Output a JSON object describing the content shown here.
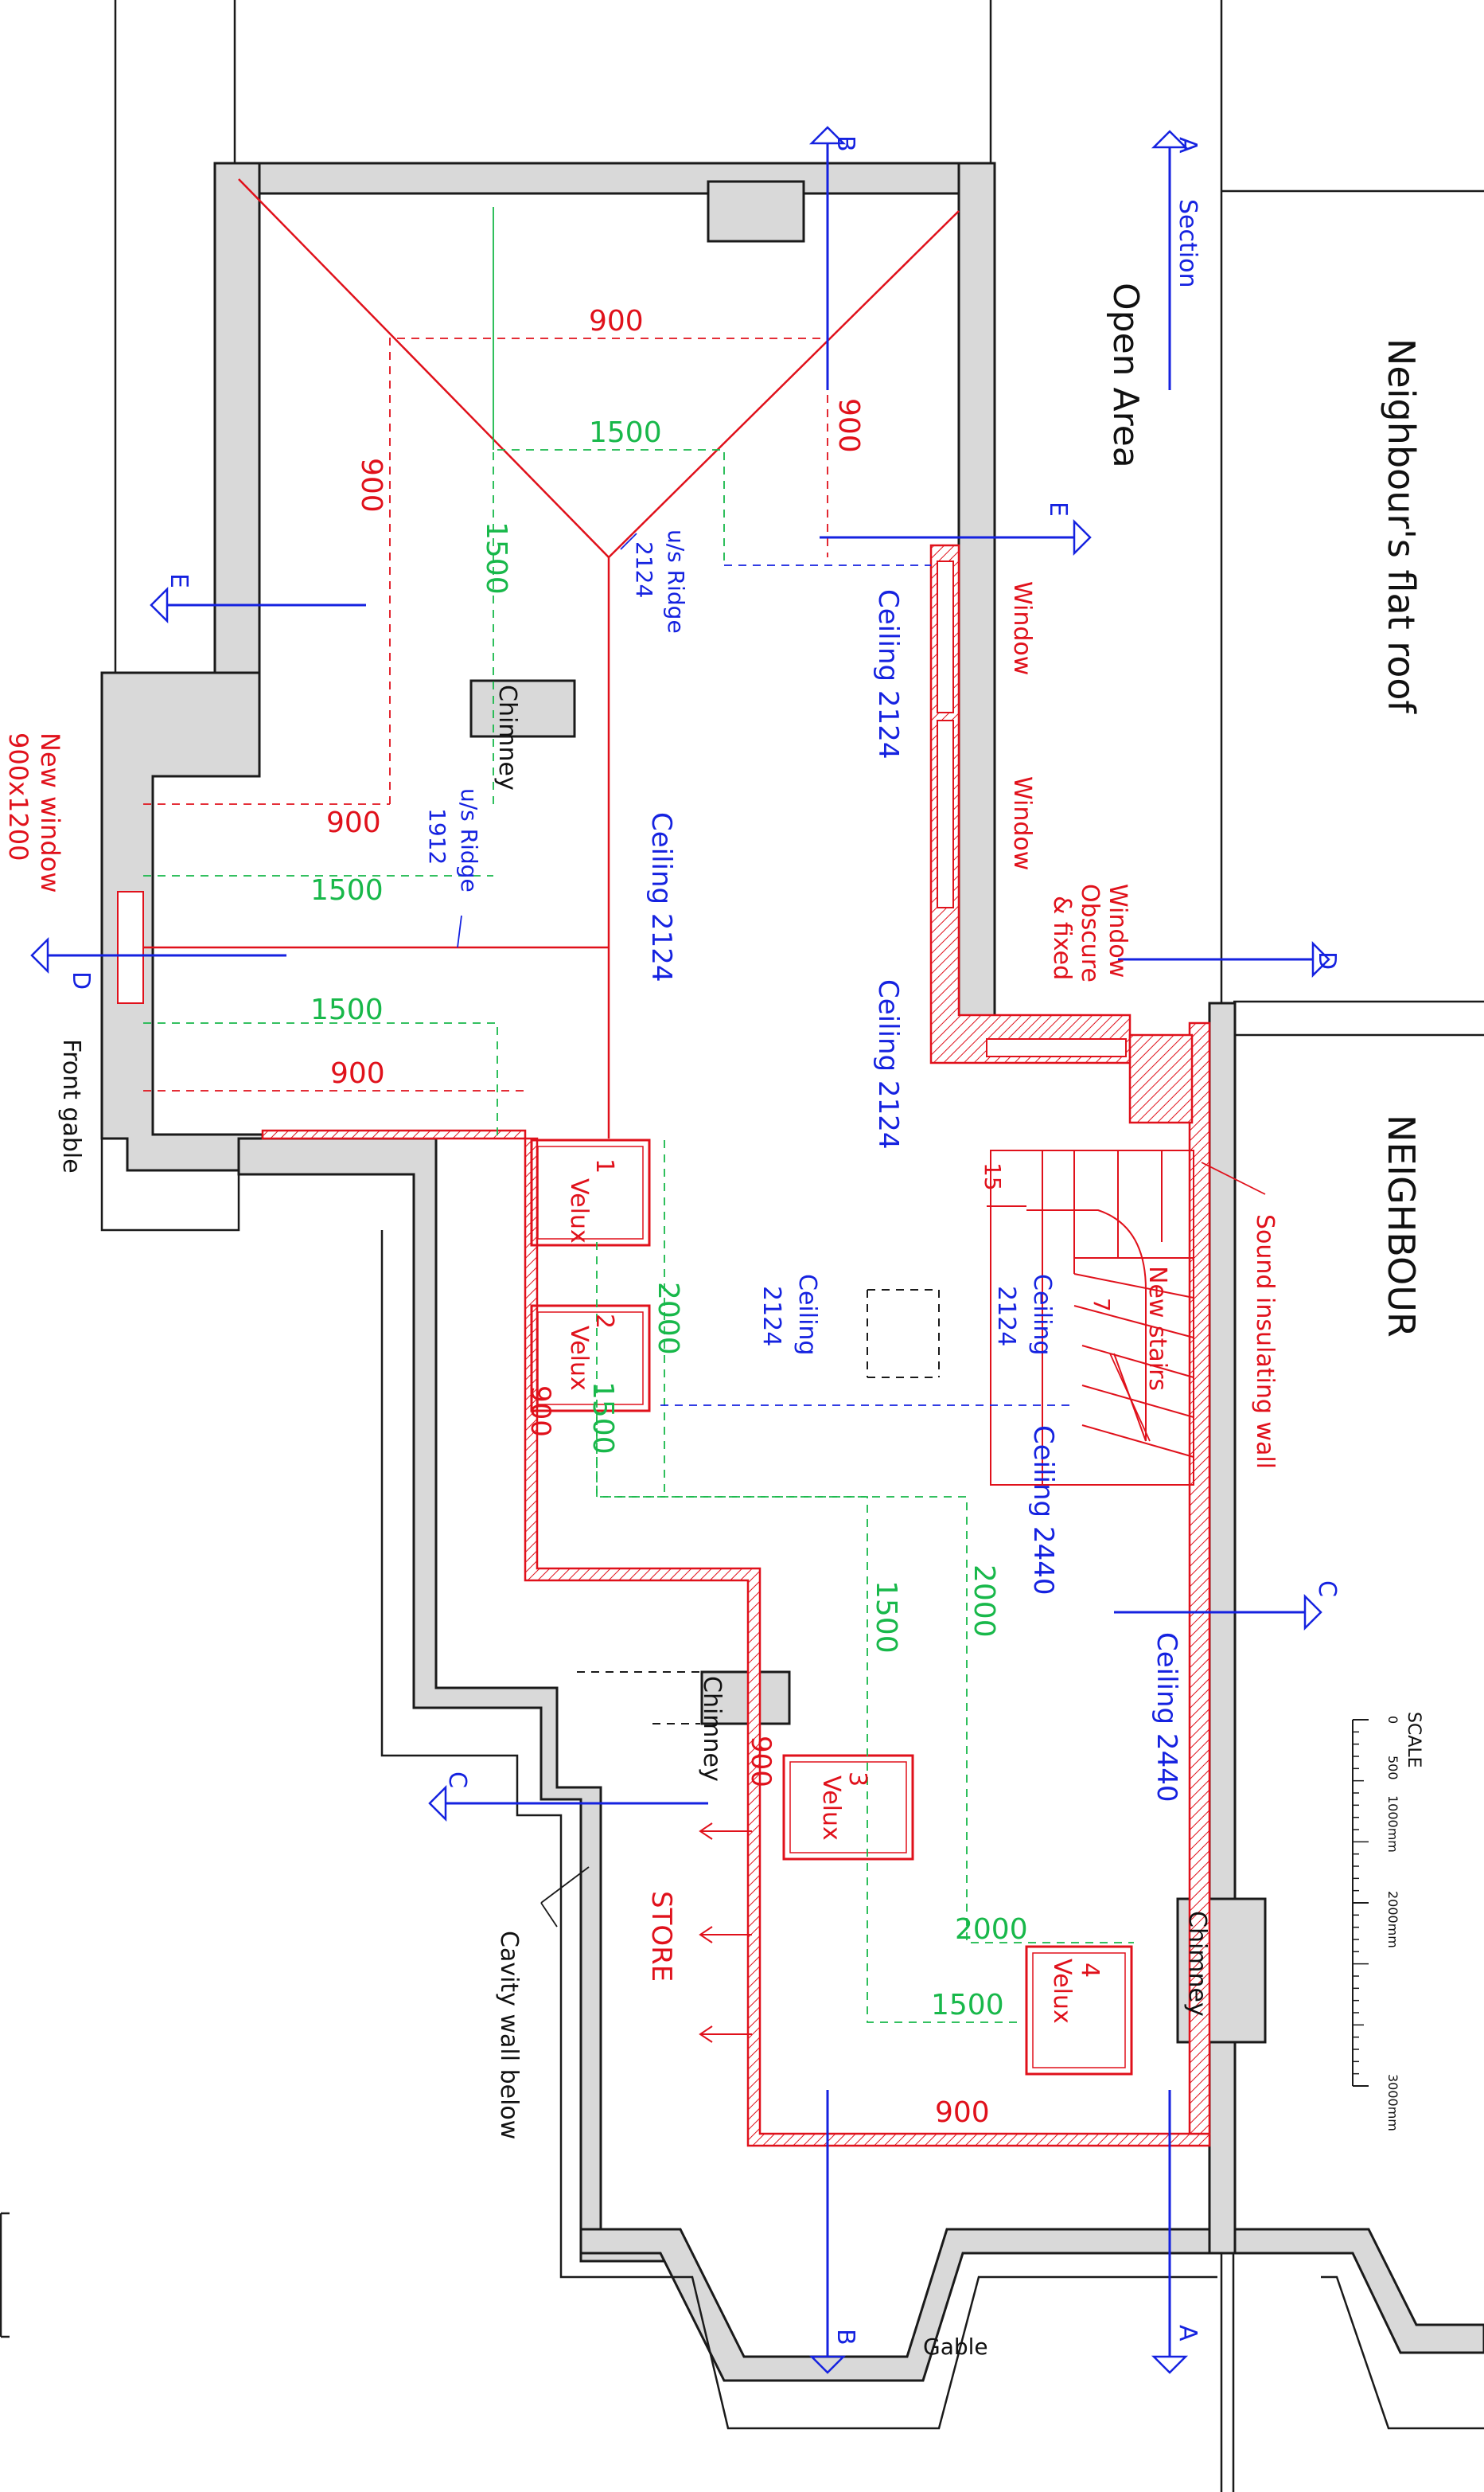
{
  "colors": {
    "wall_grey": "#d9d9d9",
    "outline": "#1a1a1a",
    "new_work_red": "#e0111b",
    "annotation_blue": "#1522e0",
    "dimension_green": "#18b84a"
  },
  "labels": {
    "neighbours_flat_roof": "Neighbour's flat roof",
    "open_area": "Open Area",
    "neighbour": "NEIGHBOUR",
    "front_gable": "Front gable",
    "gable": "Gable",
    "cavity_wall": "Cavity wall below",
    "store": "STORE",
    "sound_wall": "Sound insulating wall",
    "new_stairs": "New stairs",
    "new_window_1": "New window",
    "new_window_2": "900x1200",
    "chimney_1": "Chimney",
    "chimney_2": "Chimney",
    "chimney_3": "Chimney",
    "window_1": "Window",
    "window_2": "Window",
    "window_3_a": "Window",
    "window_3_b": "Obscure",
    "window_3_c": "& fixed",
    "stair_15": "15",
    "stair_7": "7",
    "velux_1_num": "1",
    "velux_2_num": "2",
    "velux_3_num": "3",
    "velux_4_num": "4",
    "velux": "Velux"
  },
  "ceilings": {
    "c1": "Ceiling 2124",
    "c2": "Ceiling 2124",
    "c3": "Ceiling 2124",
    "c4a": "Ceiling",
    "c4b": "2124",
    "c5a": "Ceiling",
    "c5b": "2124",
    "c6": "Ceiling 2440",
    "c7": "Ceiling 2440",
    "ridge1a": "u/s Ridge",
    "ridge1b": "2124",
    "ridge2a": "u/s Ridge",
    "ridge2b": "1912"
  },
  "sections": {
    "a_letter": "A",
    "a_text": "Section",
    "b": "B",
    "c": "C",
    "d": "D",
    "e": "E"
  },
  "dimensions": {
    "d900": "900",
    "d1500": "1500",
    "d2000": "2000"
  },
  "scale": {
    "title": "SCALE",
    "t0": "0",
    "t500": "500",
    "t1000": "1000mm",
    "t2000": "2000mm",
    "t3000": "3000mm"
  }
}
